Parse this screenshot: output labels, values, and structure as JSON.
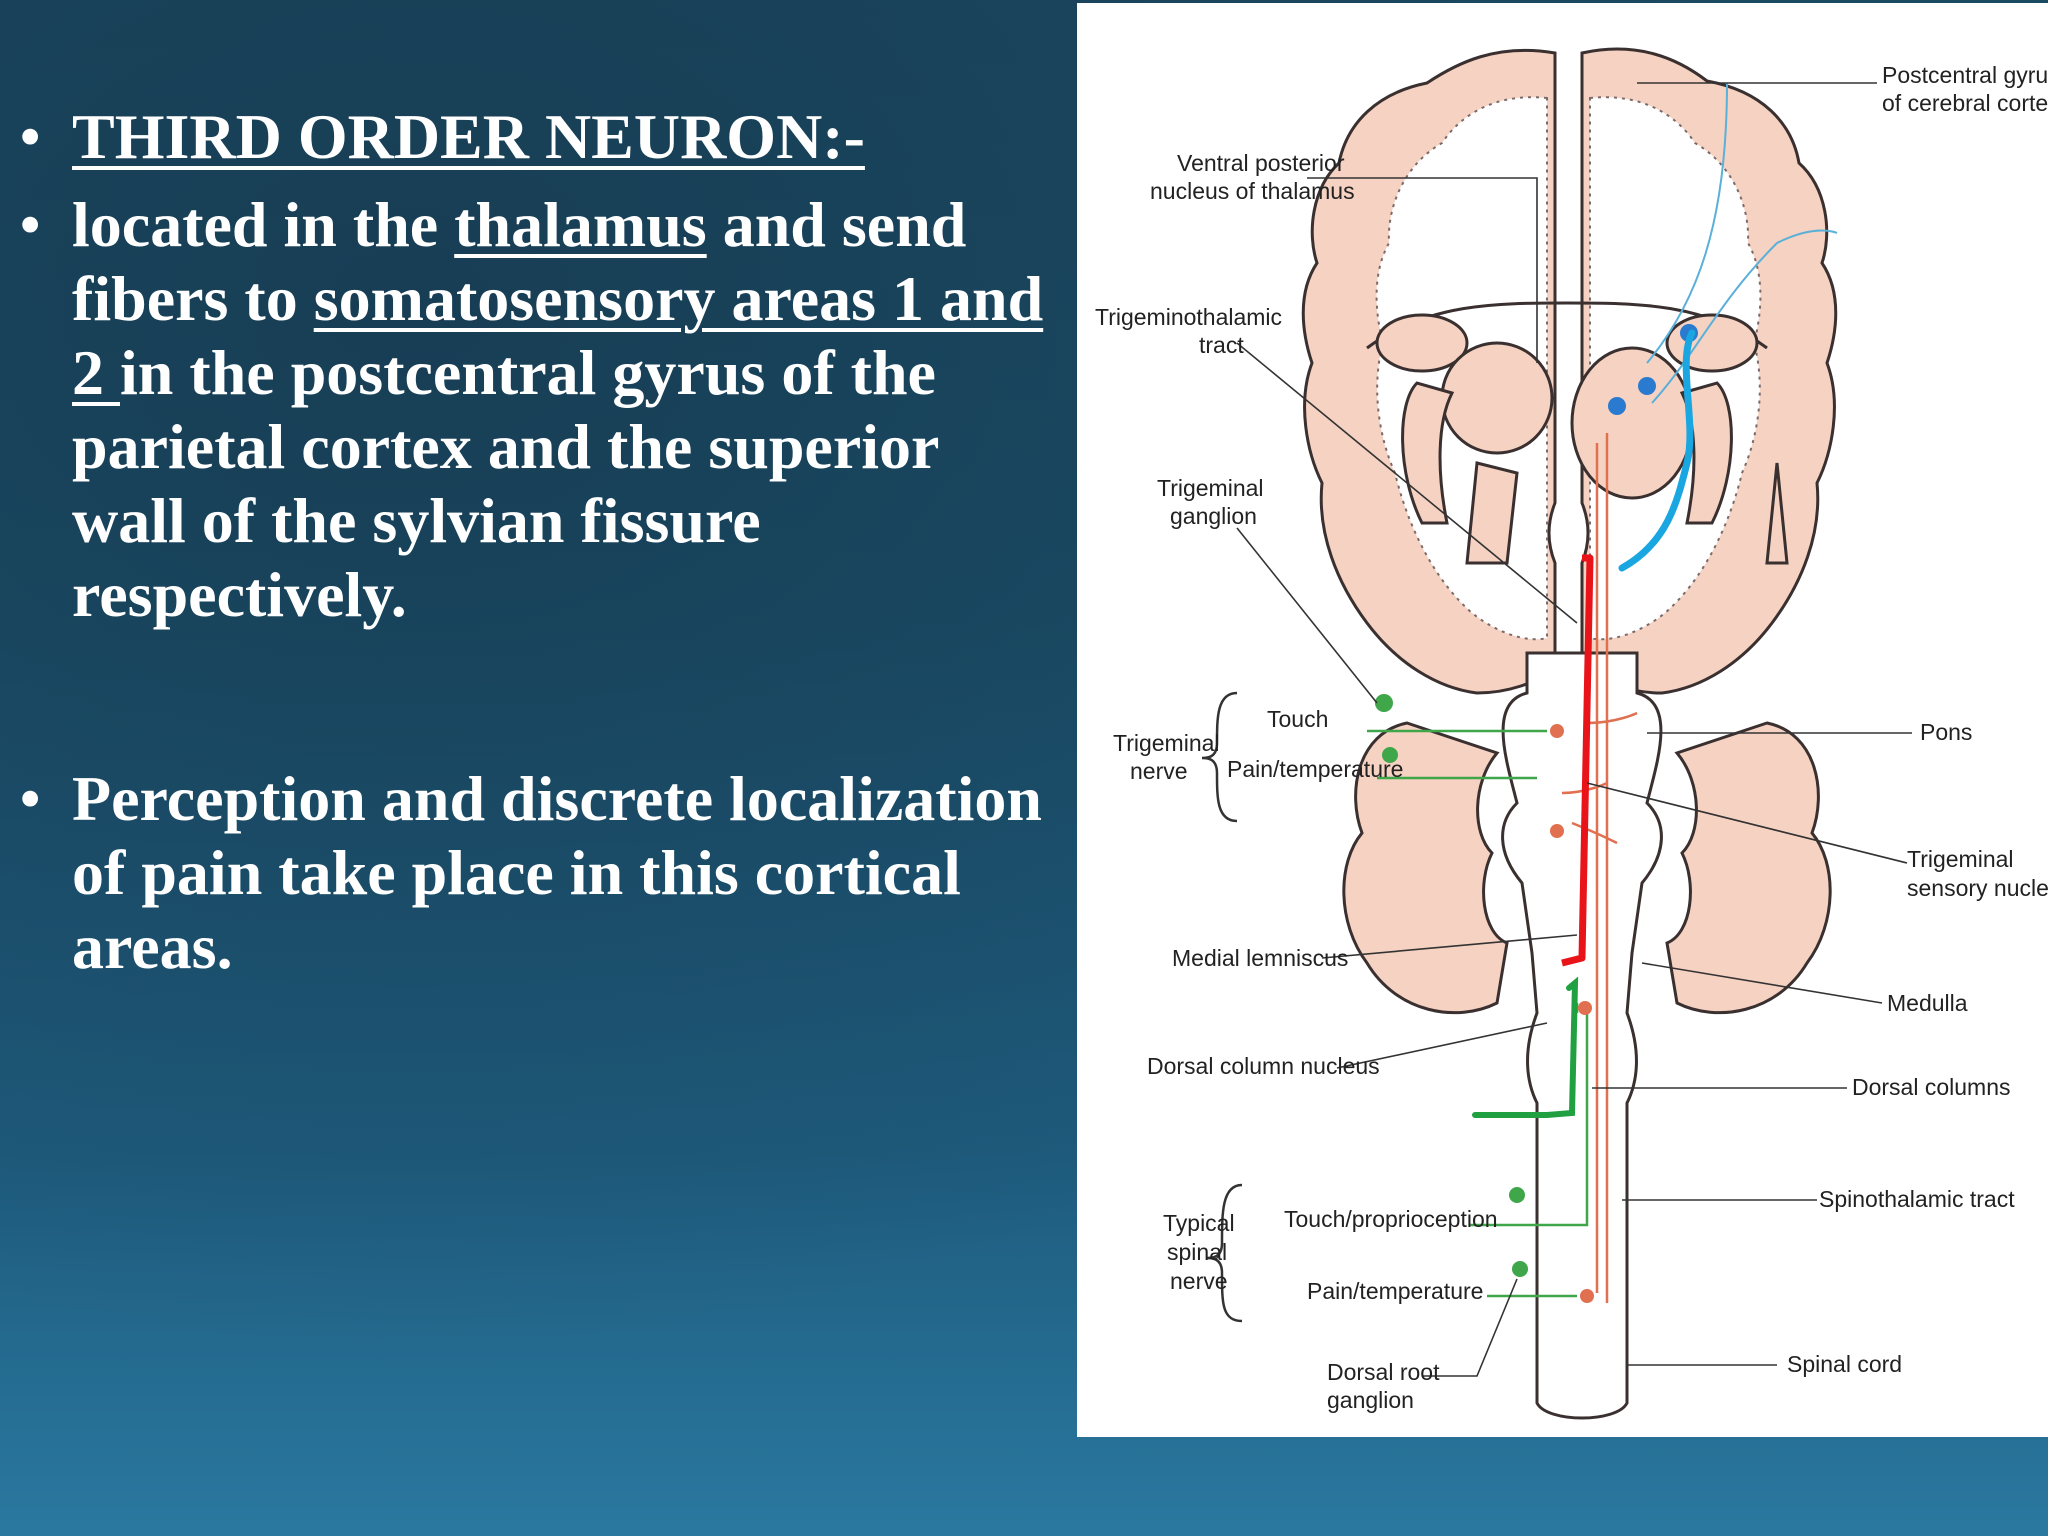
{
  "slide": {
    "bullets": [
      {
        "text": "THIRD ORDER NEURON:-"
      },
      {
        "part1": "located in the ",
        "link1": "thalamus",
        "part2": " and send fibers to ",
        "link2": "somatosensory areas 1 and 2 ",
        "part3": "in the postcentral gyrus of the parietal cortex and the superior wall of the sylvian fissure respectively."
      },
      {
        "text": "Perception and discrete localization of pain take place in this cortical areas."
      }
    ]
  },
  "figure": {
    "labels": {
      "postcentral_1": "Postcentral gyrus",
      "postcentral_2": "of cerebral cortex",
      "vpn_1": "Ventral posterior",
      "vpn_2": "nucleus of thalamus",
      "trig_thal_1": "Trigeminothalamic",
      "trig_thal_2": "tract",
      "trig_gang_1": "Trigeminal",
      "trig_gang_2": "ganglion",
      "trig_nerve_1": "Trigeminal",
      "trig_nerve_2": "nerve",
      "touch": "Touch",
      "pain_temp_1": "Pain/temperature",
      "pons": "Pons",
      "trig_sens_1": "Trigeminal",
      "trig_sens_2": "sensory nucleus",
      "medial_lemniscus": "Medial lemniscus",
      "medulla": "Medulla",
      "dorsal_column_nucleus": "Dorsal column nucleus",
      "dorsal_columns": "Dorsal columns",
      "typical_1": "Typical",
      "typical_2": "spinal",
      "typical_3": "nerve",
      "touch_proprio": "Touch/proprioception",
      "spinothalamic": "Spinothalamic tract",
      "pain_temp_2": "Pain/temperature",
      "spinal_cord": "Spinal cord",
      "drg_1": "Dorsal root",
      "drg_2": "ganglion"
    },
    "colors": {
      "tissue": "#f6d2c2",
      "outline": "#3a3030",
      "touch_pathway": "#3fa64a",
      "pain_pathway": "#e07050",
      "annotation_red": "#e8141a",
      "annotation_blue": "#1aa6e0",
      "annotation_green": "#20a040"
    }
  }
}
